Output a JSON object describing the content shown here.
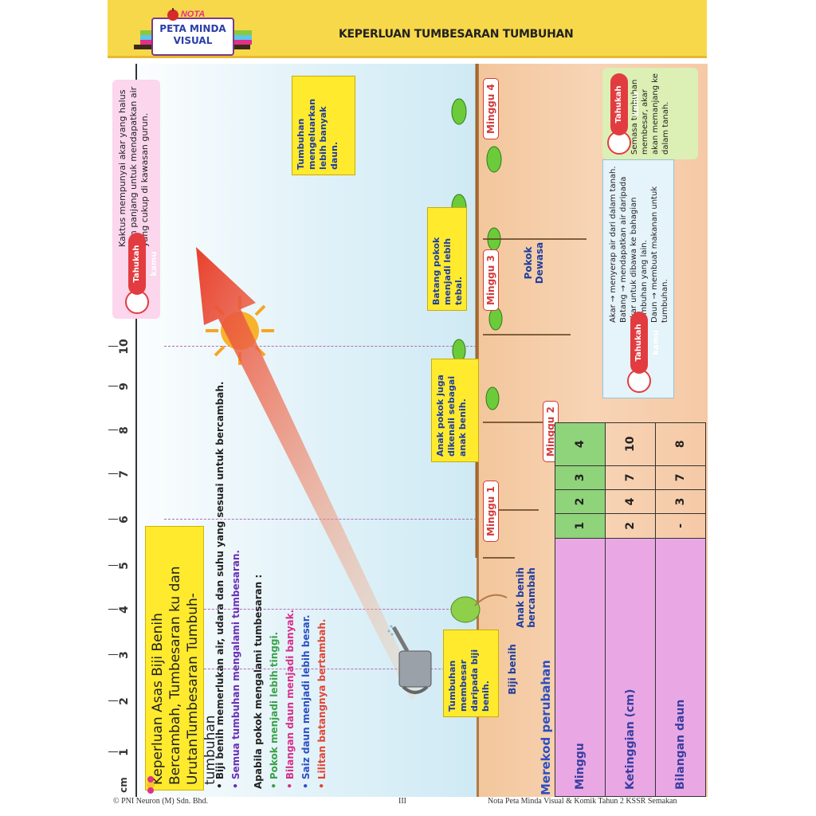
{
  "header": {
    "logo_nota": "NOTA",
    "logo_line1": "PETA MINDA",
    "logo_line2": "VISUAL",
    "title": "KEPERLUAN TUMBESARAN TUMBUHAN"
  },
  "ruler": {
    "unit": "cm",
    "ticks": [
      "1",
      "2",
      "3",
      "4",
      "5",
      "6",
      "7",
      "8",
      "9",
      "10"
    ]
  },
  "intro": {
    "heading": "Keperluan Asas Biji Benih Bercambah, Tumbesaran ku dan UrutanTumbesaran Tumbuh-tumbuhan",
    "bullet1": "• Biji benih memerlukan air, udara dan suhu yang sesuai untuk bercambah.",
    "bullet2": "• Semua tumbuhan mengalami tumbesaran.",
    "sub_heading": "Apabila pokok mengalami tumbesaran :",
    "points": [
      "• Pokok menjadi lebih tinggi.",
      "• Bilangan daun menjadi banyak.",
      "• Saiz daun menjadi lebih besar.",
      "• Lilitan batangnya bertambah."
    ]
  },
  "tahukah_label": "Tahukah kamu",
  "info_kaktus": "Kaktus mempunyai akar yang halus dan panjang untuk mendapatkan air yang cukup di kawasan gurun.",
  "callouts": {
    "biji_benih_grow": "Tumbuhan membesar daripada biji benih.",
    "anak_pokok": "Anak pokok juga dikenali sebagai anak benih.",
    "batang": "Batang pokok menjadi lebih tebal.",
    "daun": "Tumbuhan mengeluarkan lebih banyak daun."
  },
  "labels": {
    "biji_benih": "Biji benih",
    "anak_bercambah": "Anak benih bercambah",
    "pokok_dewasa": "Pokok Dewasa"
  },
  "weeks": [
    "Minggu 1",
    "Minggu 2",
    "Minggu 3",
    "Minggu 4"
  ],
  "table": {
    "title": "Merekod perubahan",
    "row_headers": [
      "Minggu",
      "Ketinggian (cm)",
      "Bilangan daun"
    ],
    "minggu": [
      "1",
      "2",
      "3",
      "4"
    ],
    "ketinggian": [
      "2",
      "4",
      "7",
      "10"
    ],
    "bilangan_daun": [
      "-",
      "3",
      "7",
      "8"
    ]
  },
  "info_parts": [
    "Akar → menyerap air dari dalam tanah.",
    "Batang → mendapatkan air daripada akar untuk dibawa ke bahagian tumbuhan yang lain.",
    "Daun → membuat makanan untuk tumbuhan."
  ],
  "info_roots": "Semasa tumbuhan membesar, akar akan memanjang ke dalam tanah.",
  "footer": {
    "left": "© PNI Neuron (M) Sdn. Bhd.",
    "page": "III",
    "right": "Nota Peta Minda Visual & Komik Tahun 2 KSSR Semakan"
  },
  "colors": {
    "header_yellow": "#f7d84a",
    "callout_yellow": "#ffea2e",
    "arrow_red": "#e8402c",
    "week_red": "#d33b3b",
    "text_blue": "#1f3ea0"
  }
}
